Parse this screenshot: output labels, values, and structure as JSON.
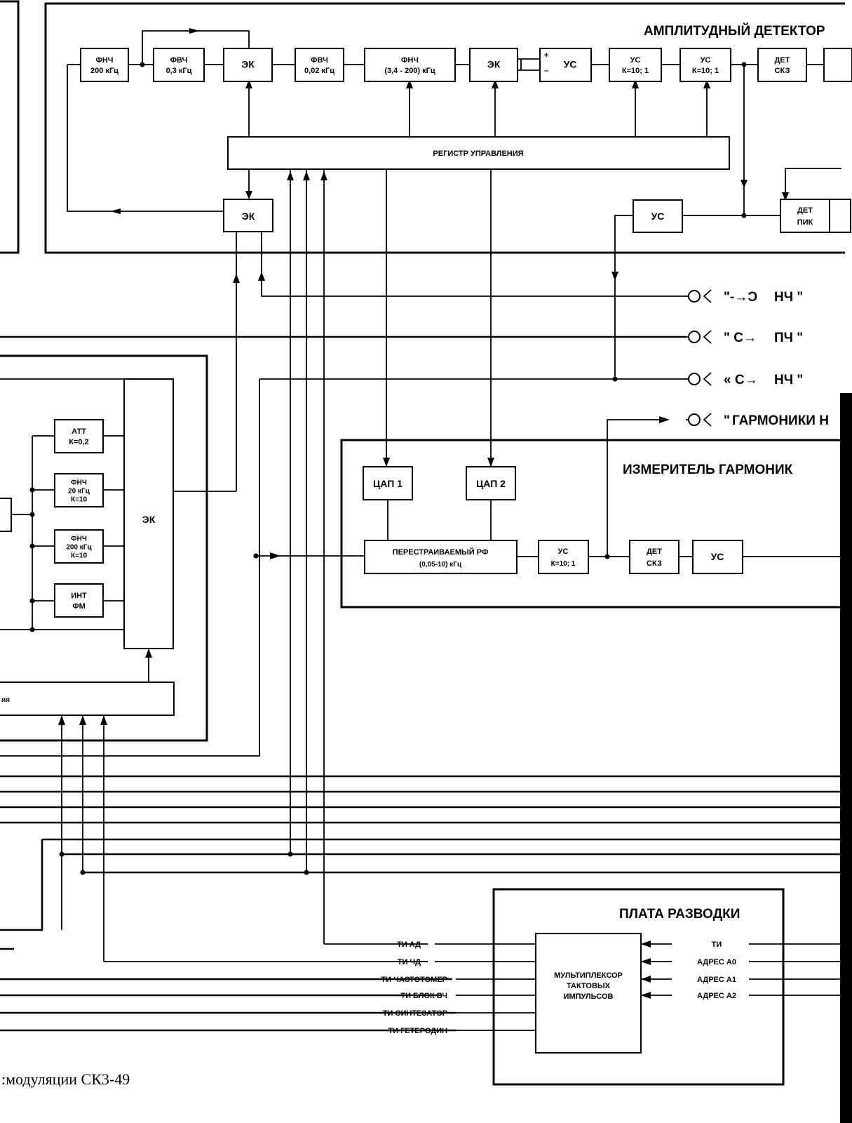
{
  "sections": {
    "amplitude_detector": "АМПЛИТУДНЫЙ  ДЕТЕКТОР",
    "harmonic_meter": "ИЗМЕРИТЕЛЬ ГАРМОНИК",
    "wiring_board": "ПЛАТА  РАЗВОДКИ"
  },
  "amp_chain": [
    {
      "id": "fnch200",
      "lines": [
        "ФНЧ",
        "200 кГц"
      ]
    },
    {
      "id": "fvch03",
      "lines": [
        "ФВЧ",
        "0,3 кГц"
      ]
    },
    {
      "id": "ek1",
      "lines": [
        "ЭК"
      ]
    },
    {
      "id": "fvch002",
      "lines": [
        "ФВЧ",
        "0,02 кГц"
      ]
    },
    {
      "id": "fnch34",
      "lines": [
        "ФНЧ",
        "(3,4 - 200)  кГц"
      ]
    },
    {
      "id": "ek2",
      "lines": [
        "ЭК"
      ]
    },
    {
      "id": "us_diff",
      "lines": [
        "УС"
      ],
      "signs": [
        "+",
        "–"
      ]
    },
    {
      "id": "us_k1",
      "lines": [
        "УС",
        "К=10; 1"
      ]
    },
    {
      "id": "us_k2",
      "lines": [
        "УС",
        "К=10; 1"
      ]
    },
    {
      "id": "det_skz",
      "lines": [
        "ДЕТ",
        "СКЗ"
      ]
    }
  ],
  "control_register": "РЕГИСТР УПРАВЛЕНИЯ",
  "ek_lower": "ЭК",
  "us_peak": "УС",
  "det_peak": [
    "ДЕТ",
    "ПИК"
  ],
  "connectors": [
    {
      "id": "nch_in",
      "symbol": "\"-→Ͻ",
      "label": "НЧ \""
    },
    {
      "id": "pch_out",
      "symbol": "\" C→",
      "label": "ПЧ \""
    },
    {
      "id": "nch_out",
      "symbol": "« C→",
      "label": "НЧ \""
    },
    {
      "id": "harm_out",
      "symbol": "\"",
      "label": "ГАРМОНИКИ   Н"
    }
  ],
  "left_blocks": [
    {
      "id": "att",
      "lines": [
        "АТТ",
        "К=0,2"
      ]
    },
    {
      "id": "fnch20",
      "lines": [
        "ФНЧ",
        "20 кГц",
        "К=10"
      ]
    },
    {
      "id": "fnch200b",
      "lines": [
        "ФНЧ",
        "200 кГц",
        "К=10"
      ]
    },
    {
      "id": "int_fm",
      "lines": [
        "ИНТ",
        "ФМ"
      ]
    }
  ],
  "ek_big": "ЭК",
  "register_partial": "ия",
  "harmonic_blocks": {
    "dac1": "ЦАП 1",
    "dac2": "ЦАП 2",
    "tunable_filter": [
      "ПЕРЕСТРАИВАЕМЫЙ  РФ",
      "(0,05-10) кГц"
    ],
    "us": [
      "УС",
      "К=10; 1"
    ],
    "det": [
      "ДЕТ",
      "СКЗ"
    ],
    "us2": "УС"
  },
  "mux": [
    "МУЛЬТИПЛЕКСОР",
    "ТАКТОВЫХ",
    "ИМПУЛЬСОВ"
  ],
  "clock_outputs": [
    "ТИ АД",
    "ТИ ЧД",
    "ТИ ЧАСТОТОМЕР",
    "ТИ БЛОК ВЧ",
    "ТИ СИНТЕЗАТОР",
    "ТИ ГЕТЕРОДИН"
  ],
  "mux_inputs": [
    "ТИ",
    "АДРЕС А0",
    "АДРЕС А1",
    "АДРЕС А2"
  ],
  "caption": "модуляции СК3-49"
}
